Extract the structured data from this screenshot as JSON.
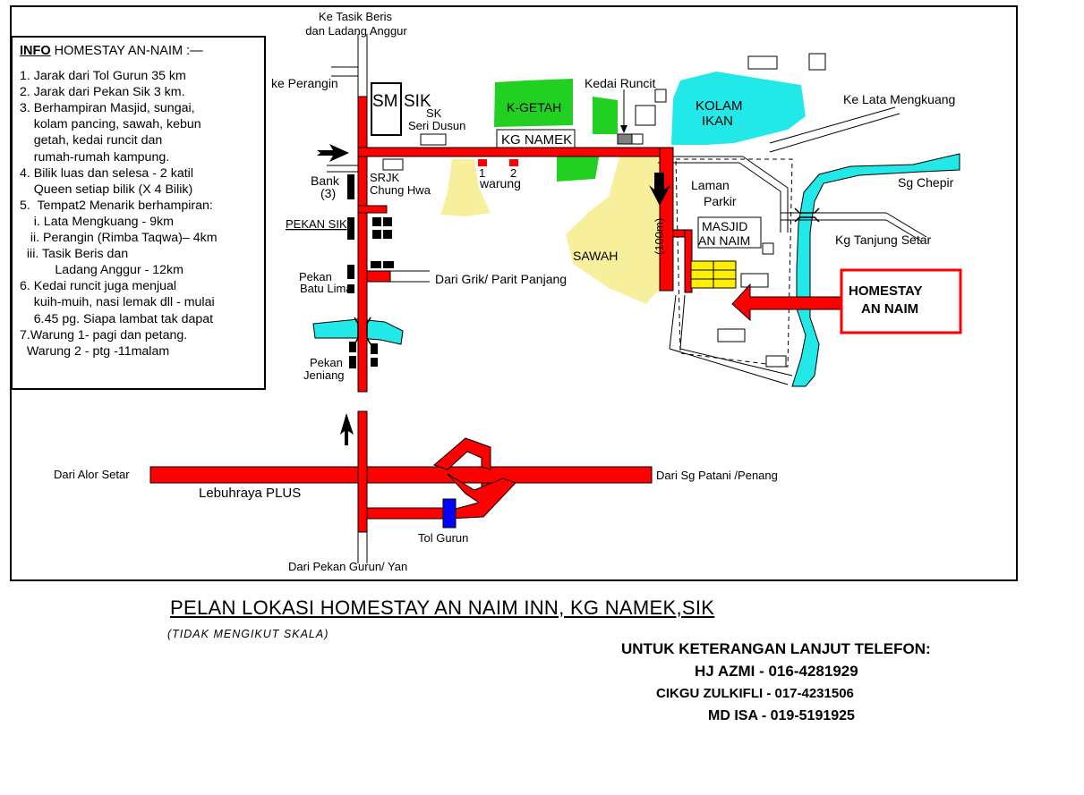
{
  "info": {
    "title_bold": "INFO",
    "title_rest": " HOMESTAY AN-NAIM :—",
    "lines": [
      "1. Jarak dari Tol Gurun 35 km",
      "2. Jarak dari Pekan Sik 3 km.",
      "3. Berhampiran Masjid, sungai,",
      "    kolam pancing, sawah, kebun",
      "    getah, kedai runcit dan",
      "    rumah-rumah kampung.",
      "4. Bilik luas dan selesa - 2 katil",
      "    Queen setiap bilik (X 4 Bilik)",
      "5.  Tempat2 Menarik berhampiran:",
      "    i. Lata Mengkuang - 9km",
      "   ii. Perangin (Rimba Taqwa)– 4km",
      "  iii. Tasik Beris dan",
      "          Ladang Anggur - 12km",
      "6. Kedai runcit juga menjual",
      "    kuih-muih, nasi lemak dll - mulai",
      "    6.45 pg. Siapa lambat tak dapat",
      "7.Warung 1- pagi dan petang.",
      "  Warung 2 - ptg -11malam"
    ]
  },
  "map": {
    "to_tasik_beris_1": "Ke Tasik Beris",
    "to_tasik_beris_2": "dan Ladang Anggur",
    "to_perangin": "ke Perangin",
    "sm": "SM",
    "sik": "SIK",
    "sk_1": "SK",
    "sk_2": "Seri Dusun",
    "kgetah": "K-GETAH",
    "kg_namek": "KG NAMEK",
    "kedai_runcit": "Kedai Runcit",
    "kolam_1": "KOLAM",
    "kolam_2": "IKAN",
    "to_lata": "Ke Lata Mengkuang",
    "bank_1": "Bank",
    "bank_2": "(3)",
    "srjk_1": "SRJK",
    "srjk_2": "Chung Hwa",
    "warung_num1": "1",
    "warung_num2": "2",
    "warung": "warung",
    "laman_1": "Laman",
    "laman_2": "Parkir",
    "masjid_1": "MASJID",
    "masjid_2": "AN NAIM",
    "sg_chepir": "Sg Chepir",
    "kg_tanjung": "Kg Tanjung Setar",
    "dist": "(100m)",
    "pekan_sik": "PEKAN SIK",
    "sawah": "SAWAH",
    "pekan_batu_1": "Pekan",
    "pekan_batu_2": "Batu Lima",
    "from_grik": "Dari Grik/ Parit Panjang",
    "homestay_1": "HOMESTAY",
    "homestay_2": "AN NAIM",
    "pekan_jeniang_1": "Pekan",
    "pekan_jeniang_2": "Jeniang",
    "from_alor": "Dari Alor Setar",
    "highway": "Lebuhraya PLUS",
    "from_sg_patani": "Dari Sg Patani /Penang",
    "tol": "Tol Gurun",
    "from_gurun": "Dari Pekan Gurun/ Yan"
  },
  "footer": {
    "title": "PELAN LOKASI HOMESTAY AN NAIM INN, KG NAMEK,SIK",
    "note": "(TIDAK MENGIKUT SKALA)",
    "contacts": [
      "UNTUK KETERANGAN LANJUT TELEFON:",
      "HJ AZMI - 016-4281929",
      "CIKGU ZULKIFLI - 017-4231506",
      "MD ISA - 019-5191925"
    ]
  },
  "colors": {
    "road": "#ff0000",
    "rubber": "#22d022",
    "paddy": "#f7ef9c",
    "water": "#22e8e8",
    "house": "#ffee00",
    "toll": "#0000ff"
  }
}
